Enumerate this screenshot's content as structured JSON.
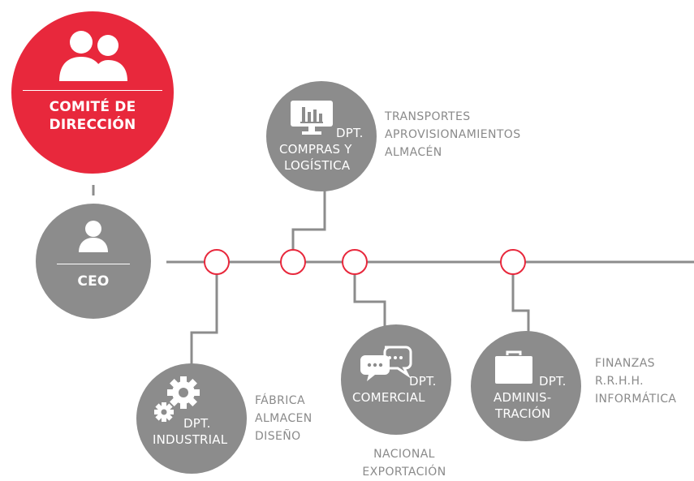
{
  "colors": {
    "accent": "#e8283c",
    "node": "#8c8c8c",
    "line": "#8c8c8c",
    "sideText": "#8a8a8a"
  },
  "comite": {
    "icon": "people-icon",
    "title_line1": "COMITÉ DE",
    "title_line2": "DIRECCIÓN"
  },
  "ceo": {
    "icon": "person-icon",
    "title": "CEO"
  },
  "departments": {
    "compras": {
      "icon": "monitor-chart-icon",
      "line1": "DPT.",
      "line2": "COMPRAS Y",
      "line3": "LOGÍSTICA",
      "areas": [
        "TRANSPORTES",
        "APROVISIONAMIENTOS",
        "ALMACÉN"
      ]
    },
    "industrial": {
      "icon": "gears-icon",
      "line1": "DPT.",
      "line2": "INDUSTRIAL",
      "areas": [
        "FÁBRICA",
        "ALMACEN",
        "DISEÑO"
      ]
    },
    "comercial": {
      "icon": "chat-bubbles-icon",
      "line1": "DPT.",
      "line2": "COMERCIAL",
      "areas": [
        "NACIONAL",
        "EXPORTACIÓN"
      ]
    },
    "administracion": {
      "icon": "briefcase-icon",
      "line1": "DPT.",
      "line2": "ADMINIS-",
      "line3": "TRACIÓN",
      "areas": [
        "FINANZAS",
        "R.R.H.H.",
        "INFORMÁTICA"
      ]
    }
  }
}
